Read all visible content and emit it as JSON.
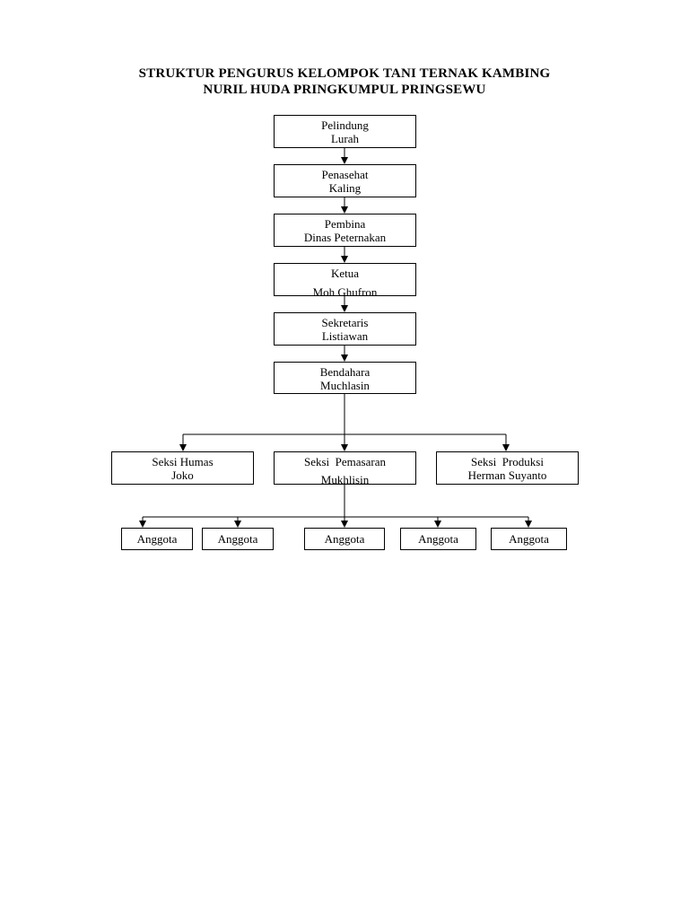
{
  "title": {
    "line1": "STRUKTUR PENGURUS KELOMPOK TANI TERNAK KAMBING",
    "line2": "NURIL HUDA PRINGKUMPUL  PRINGSEWU"
  },
  "chain": [
    {
      "role": "Pelindung",
      "name": "Lurah"
    },
    {
      "role": "Penasehat",
      "name": "Kaling"
    },
    {
      "role": "Pembina",
      "name": "Dinas Peternakan"
    },
    {
      "role": "Ketua",
      "name": "Moh Ghufron"
    },
    {
      "role": "Sekretaris",
      "name": "Listiawan"
    },
    {
      "role": "Bendahara",
      "name": "Muchlasin"
    }
  ],
  "sections": [
    {
      "role": "Seksi Humas",
      "name": "Joko"
    },
    {
      "role": "Seksi  Pemasaran",
      "name": "Mukhlisin"
    },
    {
      "role": "Seksi  Produksi",
      "name": "Herman Suyanto"
    }
  ],
  "members": [
    {
      "label": "Anggota"
    },
    {
      "label": "Anggota"
    },
    {
      "label": "Anggota"
    },
    {
      "label": "Anggota"
    },
    {
      "label": "Anggota"
    }
  ],
  "colors": {
    "line": "#000000",
    "box_border": "#000000",
    "background": "#ffffff"
  }
}
